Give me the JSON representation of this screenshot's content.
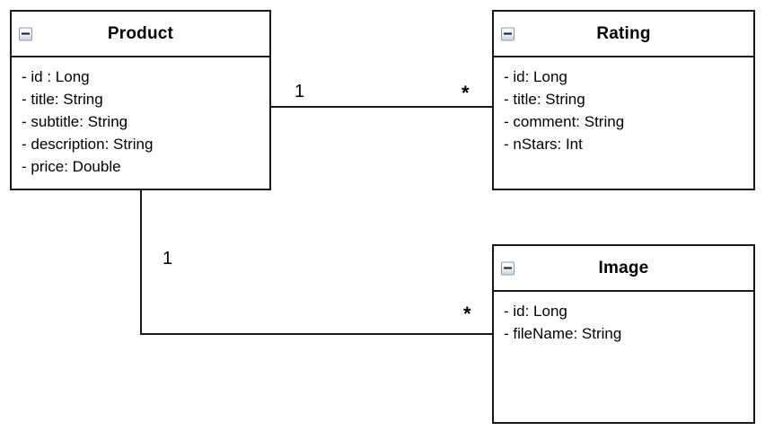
{
  "diagram": {
    "type": "uml-class-diagram",
    "background_color": "#ffffff",
    "line_color": "#1a1a1a"
  },
  "classes": [
    {
      "id": "product",
      "name": "Product",
      "collapse_icon": "collapse-minus-icon",
      "attributes": [
        "- id : Long",
        "- title: String",
        "- subtitle: String",
        "- description: String",
        "- price: Double"
      ]
    },
    {
      "id": "rating",
      "name": "Rating",
      "collapse_icon": "collapse-minus-icon",
      "attributes": [
        "- id: Long",
        "- title: String",
        "- comment: String",
        "- nStars: Int"
      ]
    },
    {
      "id": "image",
      "name": "Image",
      "collapse_icon": "collapse-minus-icon",
      "attributes": [
        "- id: Long",
        "- fileName: String"
      ]
    }
  ],
  "associations": [
    {
      "id": "product-rating",
      "source": "Product",
      "target": "Rating",
      "source_multiplicity": "1",
      "target_multiplicity": "*"
    },
    {
      "id": "product-image",
      "source": "Product",
      "target": "Image",
      "source_multiplicity": "1",
      "target_multiplicity": "*"
    }
  ]
}
